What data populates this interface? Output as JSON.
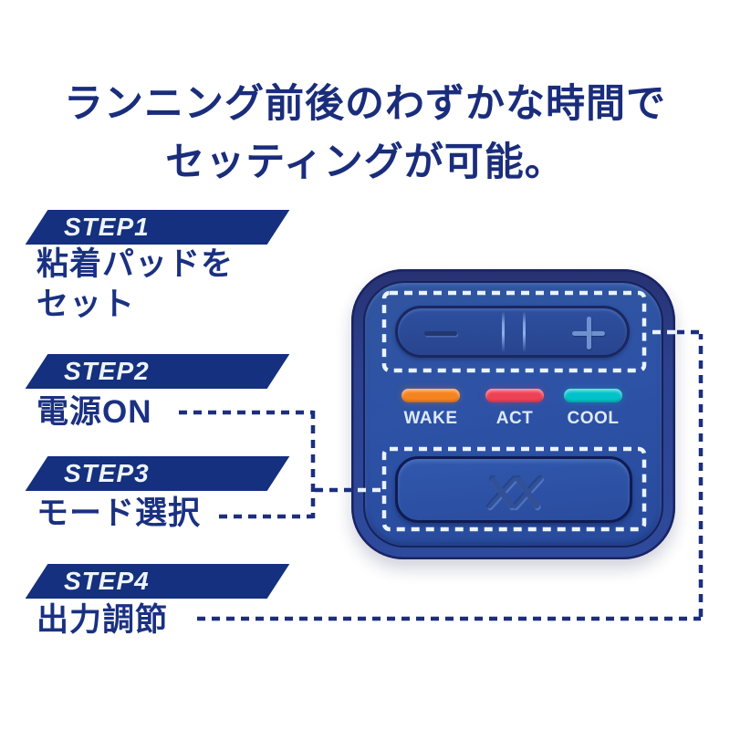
{
  "title": {
    "line1": "ランニング前後のわずかな時間で",
    "line2": "セッティングが可能。"
  },
  "steps": [
    {
      "label": "STEP1",
      "line1": "粘着パッドを",
      "line2": "セット"
    },
    {
      "label": "STEP2",
      "line1": "電源ON",
      "line2": ""
    },
    {
      "label": "STEP3",
      "line1": "モード選択",
      "line2": ""
    },
    {
      "label": "STEP4",
      "line1": "出力調節",
      "line2": ""
    }
  ],
  "device": {
    "indicators": [
      {
        "label": "WAKE",
        "color": "#f5831f"
      },
      {
        "label": "ACT",
        "color": "#ef4156"
      },
      {
        "label": "COOL",
        "color": "#00c3c9"
      }
    ],
    "icons": {
      "minus": "minus-icon",
      "plus": "plus-icon",
      "logo": "brand-logo"
    }
  },
  "colors": {
    "title_navy": "#1a2d7c",
    "banner_navy": "#14307e",
    "step_text_blue": "#1a3182",
    "connector_navy": "#1b2f7e",
    "device_dash_white": "#e9f3fb",
    "device_face_blue": "#2d52a6",
    "device_rim_navy": "#273272"
  }
}
